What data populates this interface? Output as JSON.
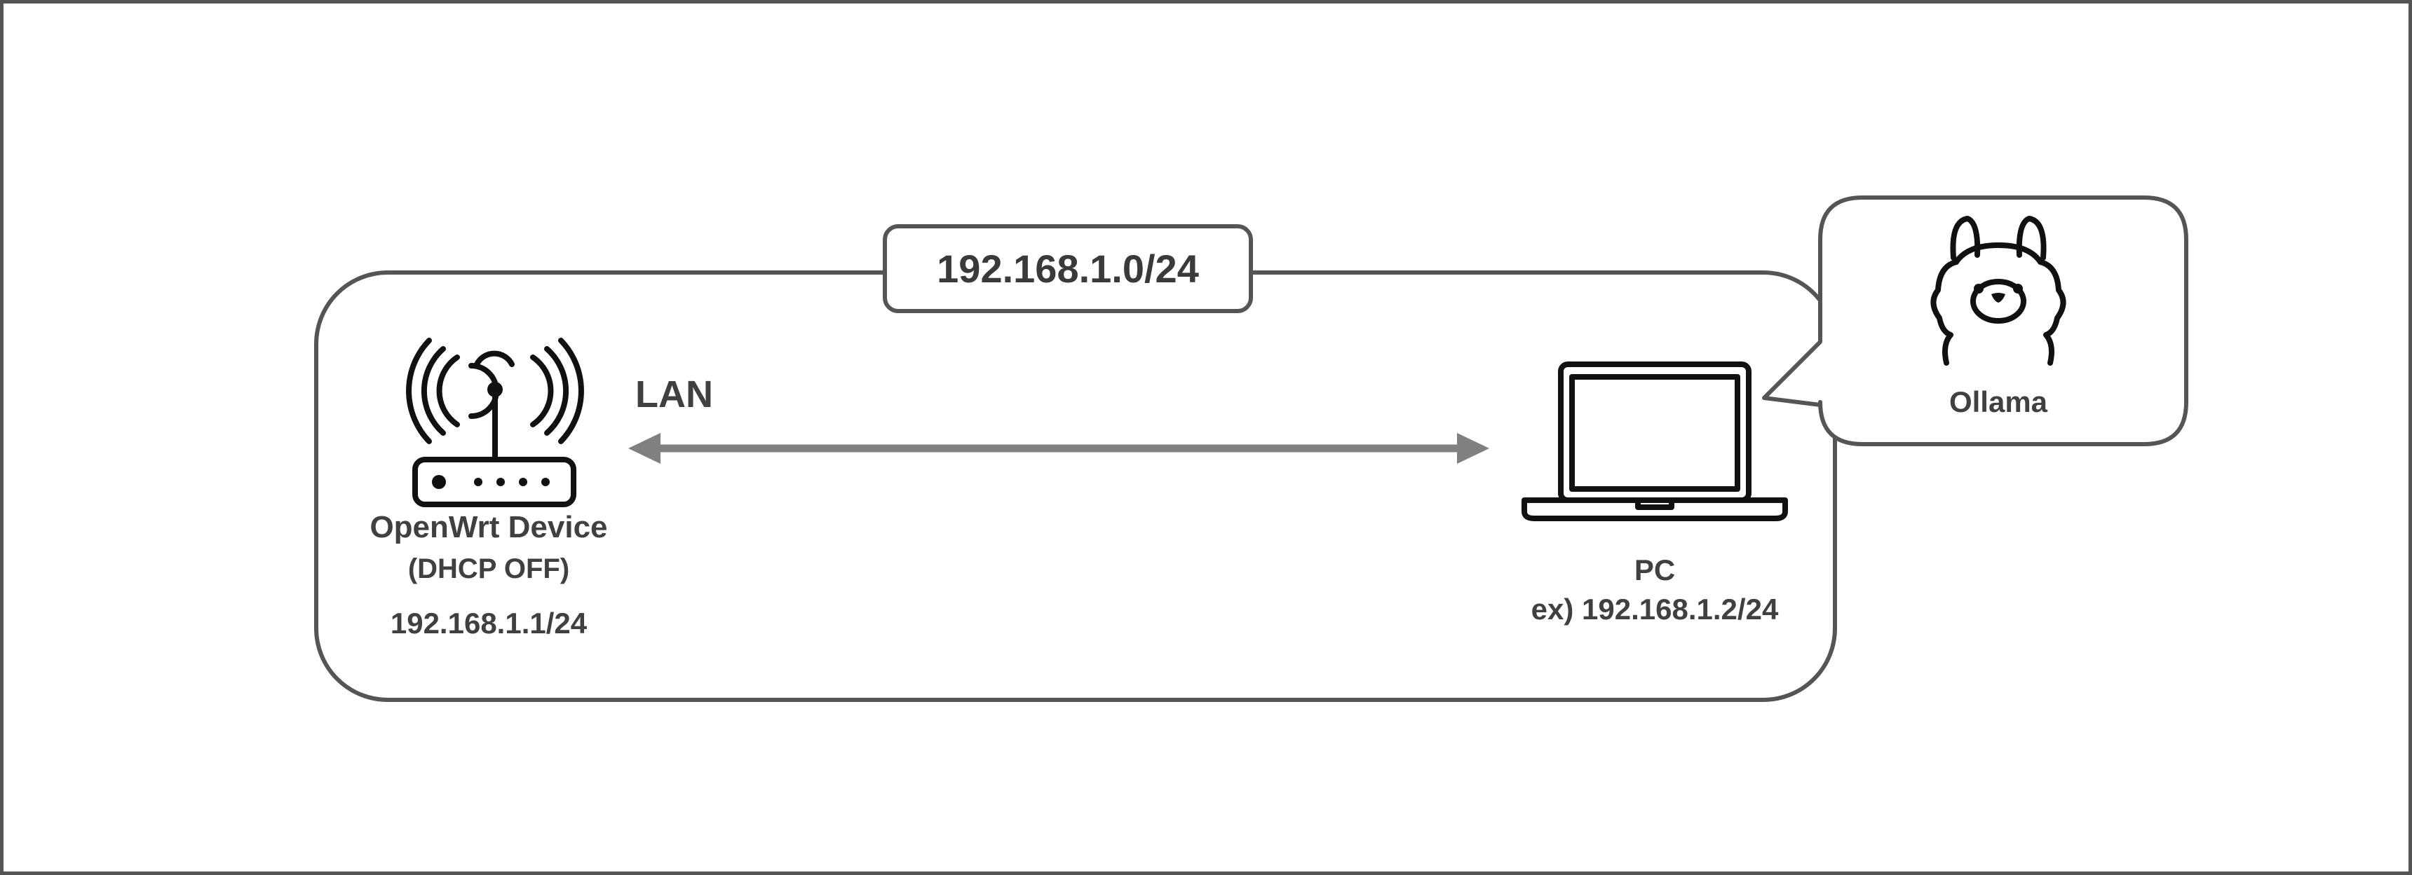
{
  "diagram": {
    "subnet": "192.168.1.0/24",
    "link_label": "LAN",
    "router": {
      "name": "OpenWrt Device",
      "note": "(DHCP OFF)",
      "ip": "192.168.1.1/24",
      "icon": "wifi-router-icon"
    },
    "pc": {
      "name": "PC",
      "ip": "ex) 192.168.1.2/24",
      "icon": "laptop-icon"
    },
    "callout": {
      "label": "Ollama",
      "icon": "llama-icon"
    },
    "colors": {
      "stroke": "#555555",
      "arrow": "#808080",
      "text": "#404040",
      "icon": "#111111"
    }
  }
}
